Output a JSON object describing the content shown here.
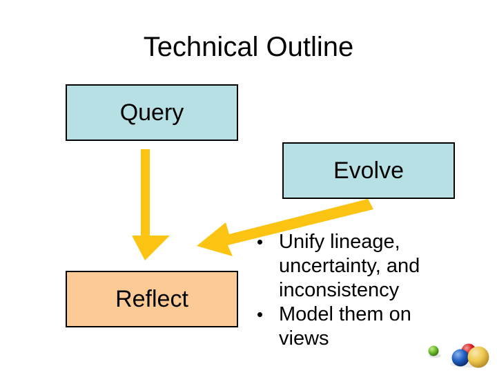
{
  "slide": {
    "title": "Technical Outline",
    "background_color": "#ffffff"
  },
  "boxes": [
    {
      "id": "query",
      "label": "Query",
      "fill_color": "#b7e0e4",
      "border_color": "#000000"
    },
    {
      "id": "evolve",
      "label": "Evolve",
      "fill_color": "#b7e0e4",
      "border_color": "#000000"
    },
    {
      "id": "reflect",
      "label": "Reflect",
      "fill_color": "#fcca95",
      "border_color": "#000000"
    }
  ],
  "arrows": [
    {
      "id": "query-to-reflect",
      "direction": "down",
      "color": "#fbc412"
    },
    {
      "id": "evolve-to-reflect",
      "direction": "down-left",
      "color": "#fbc412"
    }
  ],
  "bullets": [
    {
      "text": "Unify lineage, uncertainty, and inconsistency"
    },
    {
      "text": "Model them on views"
    }
  ],
  "decorations": {
    "spheres": [
      {
        "id": "green",
        "color": "#6cbf2a",
        "highlight": "#c6ea8f"
      },
      {
        "id": "blue",
        "color": "#1f5fc4",
        "highlight": "#8fb6ec"
      },
      {
        "id": "red",
        "color": "#d81f1f",
        "highlight": "#f29a9a"
      },
      {
        "id": "yellow",
        "color": "#efc84f",
        "highlight": "#f9e9b0"
      }
    ]
  }
}
